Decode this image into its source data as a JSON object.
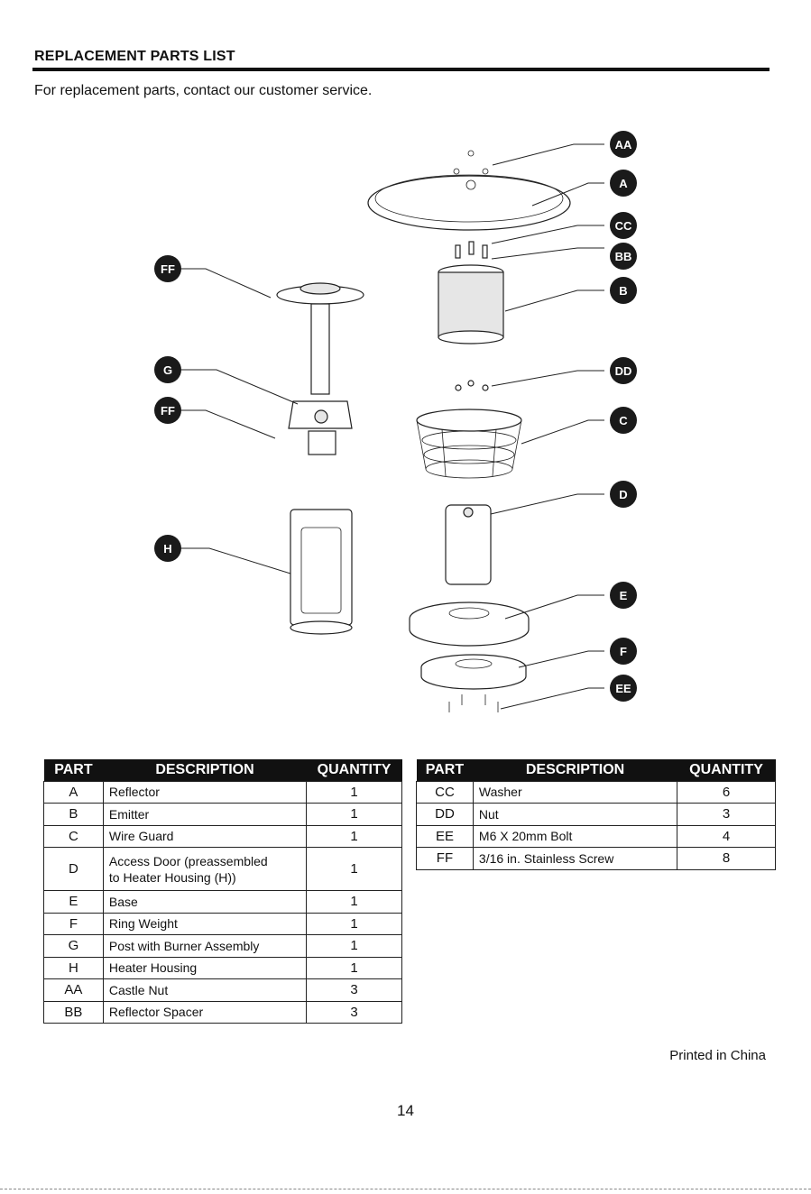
{
  "header": {
    "title": "REPLACEMENT PARTS LIST",
    "intro": "For replacement parts, contact our customer service."
  },
  "diagram": {
    "callouts": [
      "AA",
      "A",
      "CC",
      "BB",
      "B",
      "DD",
      "C",
      "D",
      "E",
      "F",
      "EE",
      "FF",
      "G",
      "FF",
      "H"
    ]
  },
  "tables": {
    "headers": {
      "part": "PART",
      "description": "DESCRIPTION",
      "quantity": "QUANTITY"
    },
    "left": [
      {
        "part": "A",
        "description": "Reflector",
        "quantity": "1"
      },
      {
        "part": "B",
        "description": "Emitter",
        "quantity": "1"
      },
      {
        "part": "C",
        "description": "Wire Guard",
        "quantity": "1"
      },
      {
        "part": "D",
        "description": "Access Door (preassembled",
        "description2": "to Heater Housing (H))",
        "quantity": "1"
      },
      {
        "part": "E",
        "description": "Base",
        "quantity": "1"
      },
      {
        "part": "F",
        "description": "Ring Weight",
        "quantity": "1"
      },
      {
        "part": "G",
        "description": "Post with Burner Assembly",
        "quantity": "1"
      },
      {
        "part": "H",
        "description": "Heater Housing",
        "quantity": "1"
      },
      {
        "part": "AA",
        "description": "Castle Nut",
        "quantity": "3"
      },
      {
        "part": "BB",
        "description": "Reflector Spacer",
        "quantity": "3"
      }
    ],
    "right": [
      {
        "part": "CC",
        "description": "Washer",
        "quantity": "6"
      },
      {
        "part": "DD",
        "description": "Nut",
        "quantity": "3"
      },
      {
        "part": "EE",
        "description": "M6 X 20mm Bolt",
        "quantity": "4"
      },
      {
        "part": "FF",
        "description": "3/16 in. Stainless Screw",
        "quantity": "8"
      }
    ]
  },
  "footer": {
    "printed": "Printed in China",
    "page_number": "14"
  }
}
